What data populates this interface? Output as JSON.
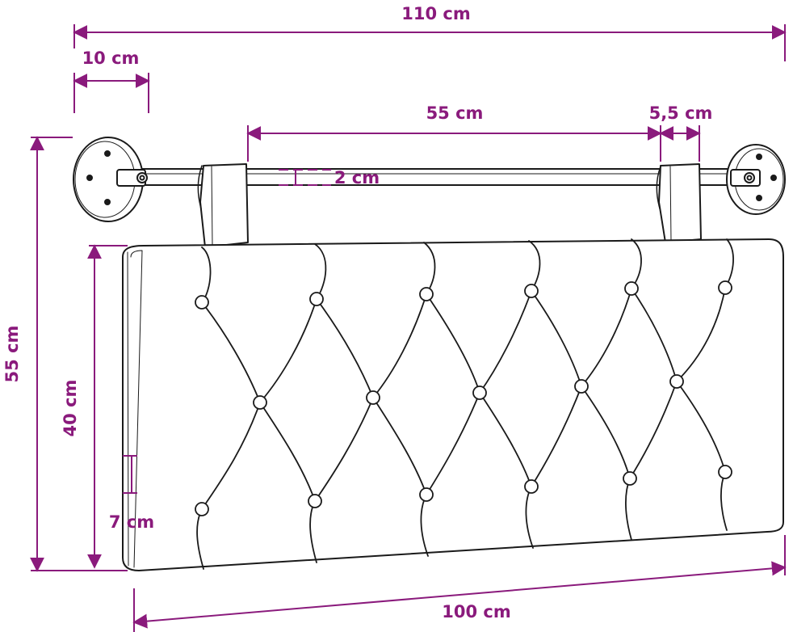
{
  "colors": {
    "dimension": "#8a1a7c",
    "outline": "#1a1a1a",
    "fill": "#ffffff"
  },
  "dimensions": {
    "total_width": "110 cm",
    "mount_offset": "10 cm",
    "strap_spacing": "55 cm",
    "strap_width": "5,5 cm",
    "rod_diameter": "2 cm",
    "total_height": "55 cm",
    "cushion_height": "40 cm",
    "cushion_depth": "7 cm",
    "cushion_width": "100 cm"
  }
}
